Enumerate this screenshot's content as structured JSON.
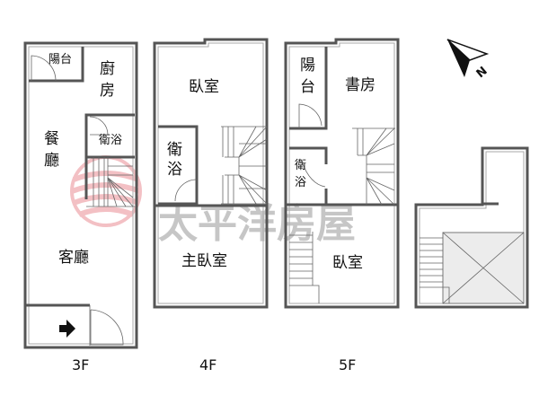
{
  "watermark": {
    "brand": "太平洋房屋",
    "colors": {
      "logo": "#e8838a",
      "text": "#999999"
    }
  },
  "compass": {
    "label": "N"
  },
  "floors": [
    {
      "name": "3F",
      "rooms": {
        "balcony": "陽台",
        "kitchen_1": "廚",
        "kitchen_2": "房",
        "bath": "衛浴",
        "dining_1": "餐",
        "dining_2": "廳",
        "living": "客廳"
      }
    },
    {
      "name": "4F",
      "rooms": {
        "bedroom": "臥室",
        "bath_1": "衛",
        "bath_2": "浴",
        "master": "主臥室"
      }
    },
    {
      "name": "5F",
      "rooms": {
        "balcony_1": "陽",
        "balcony_2": "台",
        "study": "書房",
        "bath_1": "衛",
        "bath_2": "浴",
        "bedroom": "臥室"
      }
    },
    {
      "name": "",
      "rooms": {}
    }
  ]
}
